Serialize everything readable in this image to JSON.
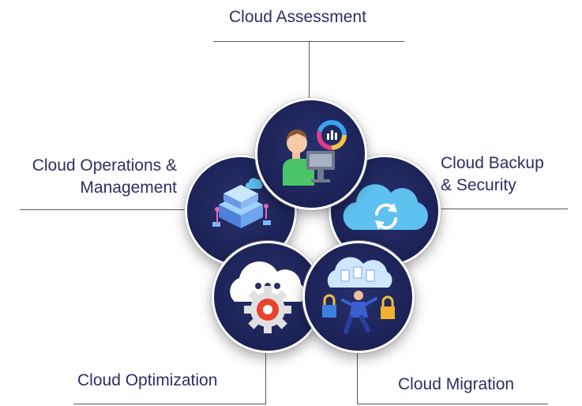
{
  "labels": {
    "assessment": "Cloud Assessment",
    "operations_line1": "Cloud Operations &",
    "operations_line2": "Management",
    "backup_line1": "Cloud Backup",
    "backup_line2": "& Security",
    "optimization": "Cloud Optimization",
    "migration": "Cloud Migration"
  },
  "icons": {
    "assessment": "analyst-at-computer-icon",
    "operations": "server-stack-icon",
    "backup": "cloud-sync-icon",
    "optimization": "cloud-gear-icon",
    "migration": "person-migrating-data-icon"
  },
  "colors": {
    "text": "#2c2f63",
    "circle_fill": "#1c2256",
    "connector": "#5a5a5a",
    "cloud_blue": "#5ec1f0"
  }
}
